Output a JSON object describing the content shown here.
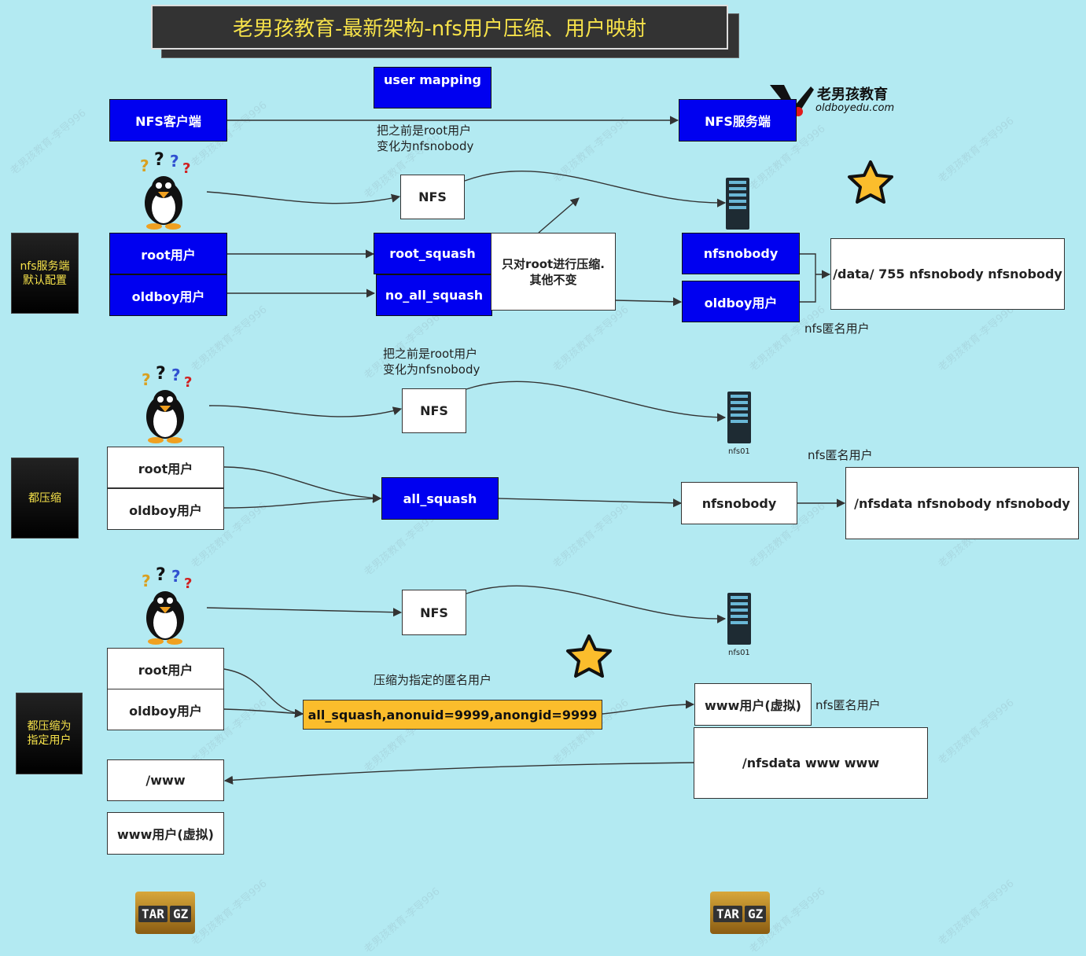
{
  "title": "老男孩教育-最新架构-nfs用户压缩、用户映射",
  "logo": {
    "cn": "老男孩教育",
    "en": "oldboyedu.com"
  },
  "watermark": "老男孩教育-李导996",
  "top": {
    "user_mapping": "user mapping",
    "client": "NFS客户端",
    "server": "NFS服务端",
    "arrow_note": "把之前是root用户\n变化为nfsnobody"
  },
  "section1": {
    "side_label": "nfs服务端\n默认配置",
    "nfs": "NFS",
    "root_user": "root用户",
    "oldboy_user": "oldboy用户",
    "root_squash": "root_squash",
    "no_all_squash": "no_all_squash",
    "note": "只对root进行压缩.\n其他不变",
    "nfsnobody": "nfsnobody",
    "oldboy_out": "oldboy用户",
    "target": "/data/ 755  nfsnobody nfsnobody",
    "anon_label": "nfs匿名用户"
  },
  "section2": {
    "side_label": "都压缩",
    "arrow_note": "把之前是root用户\n变化为nfsnobody",
    "nfs": "NFS",
    "server_label": "nfs01",
    "root_user": "root用户",
    "oldboy_user": "oldboy用户",
    "all_squash": "all_squash",
    "nfsnobody": "nfsnobody",
    "anon_label": "nfs匿名用户",
    "target": "/nfsdata  nfsnobody nfsnobody"
  },
  "section3": {
    "side_label": "都压缩为\n指定用户",
    "nfs": "NFS",
    "server_label": "nfs01",
    "root_user": "root用户",
    "oldboy_user": "oldboy用户",
    "note": "压缩为指定的匿名用户",
    "option": "all_squash,anonuid=9999,anongid=9999",
    "www_user": "www用户(虚拟)",
    "anon_label": "nfs匿名用户",
    "target": "/nfsdata  www www",
    "www_dir": "/www",
    "www_user_client": "www用户(虚拟)"
  },
  "icons": [
    "penguin-icon",
    "server-icon",
    "star-icon",
    "tar-gz-icon"
  ],
  "colors": {
    "background": "#b3eaf2",
    "blue": "#0000f0",
    "yellow": "#fbbd2c",
    "title_text": "#f6e24a"
  }
}
